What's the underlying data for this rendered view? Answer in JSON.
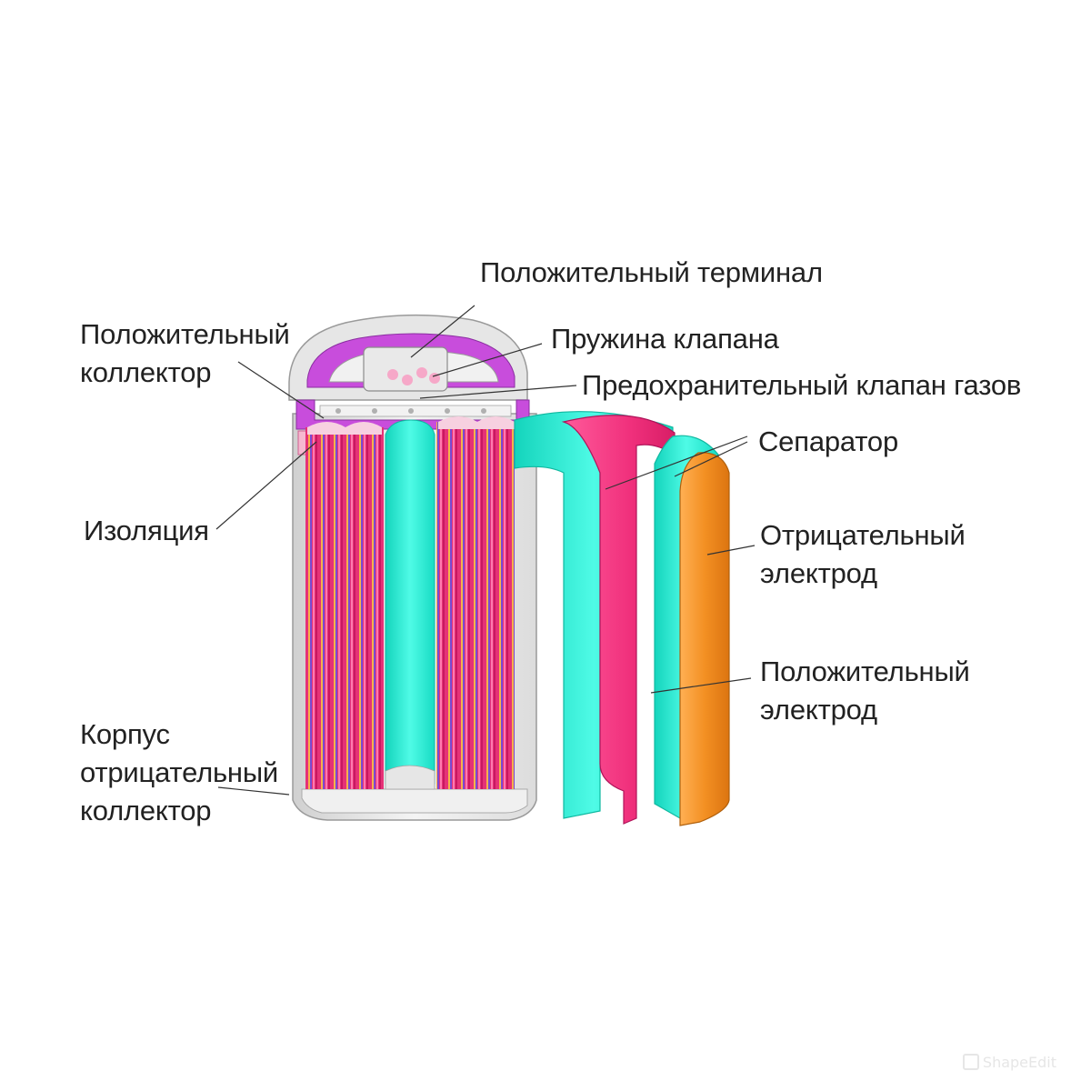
{
  "labels": {
    "positive_terminal": "Положительный терминал",
    "positive_collector_line1": "Положительный",
    "positive_collector_line2": "коллектор",
    "valve_spring": "Пружина клапана",
    "safety_valve": "Предохранительный клапан газов",
    "separator": "Сепаратор",
    "insulation": "Изоляция",
    "negative_electrode_line1": "Отрицательный",
    "negative_electrode_line2": "электрод",
    "positive_electrode_line1": "Положительный",
    "positive_electrode_line2": "электрод",
    "case_line1": "Корпус",
    "case_line2": "отрицательный",
    "case_line3": "коллектор"
  },
  "watermark": "ShapeEdit",
  "colors": {
    "separator": "#25f0d8",
    "positive_electrode": "#f0307c",
    "negative_electrode": "#f39023",
    "collector": "#c84ddc",
    "casing": "#e2e2e2",
    "text": "#222222"
  }
}
